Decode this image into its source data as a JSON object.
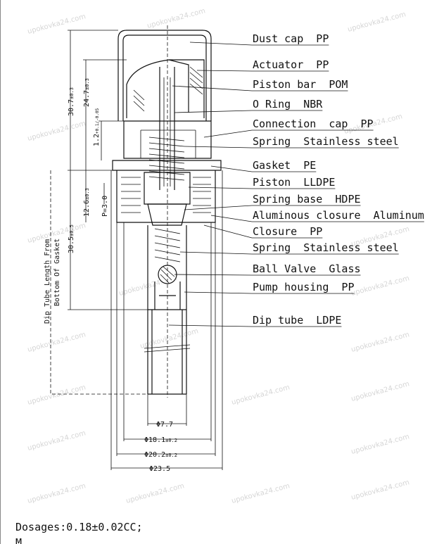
{
  "labels": [
    {
      "text": "Dust cap  PP"
    },
    {
      "text": "Actuator  PP"
    },
    {
      "text": "Piston bar  POM"
    },
    {
      "text": "O Ring  NBR"
    },
    {
      "text": "Connection  cap  PP"
    },
    {
      "text": "Spring  Stainless steel"
    },
    {
      "text": "Gasket  PE"
    },
    {
      "text": "Piston  LLDPE"
    },
    {
      "text": "Spring base  HDPE"
    },
    {
      "text": "Aluminous closure  Aluminum"
    },
    {
      "text": "Closure  PP"
    },
    {
      "text": "Spring  Stainless steel"
    },
    {
      "text": "Ball Valve  Glass"
    },
    {
      "text": "Pump housing  PP"
    },
    {
      "text": "Dip tube  LDPE"
    }
  ],
  "dimensions": {
    "overall_height": "30.7",
    "overall_tol": "±0.3",
    "actuator_height": "24.7",
    "actuator_tol": "±0.3",
    "stroke": "1.2",
    "stroke_tol": "+0.1/-0.05",
    "neck_height": "12.6",
    "neck_tol": "±0.3",
    "piston_stroke": "P=3.0",
    "housing_length": "30.5",
    "housing_tol": "±0.5",
    "dip_tube_note_1": "Dip Tube Length From",
    "dip_tube_note_2": "Bottom Of Gasket",
    "dia_1": "Φ7.7",
    "dia_2": "Φ18.1",
    "dia_2_tol": "±0.2",
    "dia_3": "Φ20.2",
    "dia_3_tol": "±0.2",
    "dia_4": "Φ23.5"
  },
  "footer": {
    "dosage": "Dosages:0.18±0.02CC;",
    "line2": "M"
  },
  "watermark": "upokovka24.com"
}
